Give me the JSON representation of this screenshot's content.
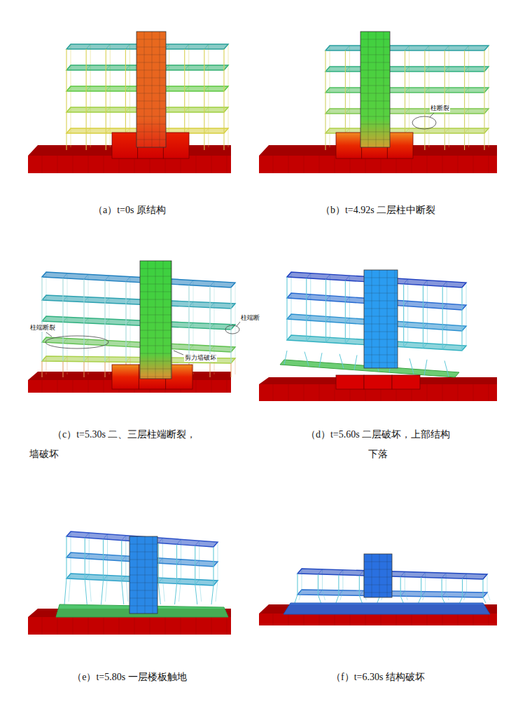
{
  "diagram": {
    "labels": [
      "（a）t=0s 原结构",
      "（b）t=4.92s 二层柱中断裂",
      "柱断裂",
      "柱端断裂",
      "柱端断",
      "剪力墙破坏",
      "（c）t=5.30s 二、三层柱端断裂， 墙破坏",
      "（d）t=5.60s 二层破坏，上部结构 下落",
      "（e）t=5.80s 一层楼板触地",
      "（f）t=6.30s 结构破坏"
    ]
  }
}
